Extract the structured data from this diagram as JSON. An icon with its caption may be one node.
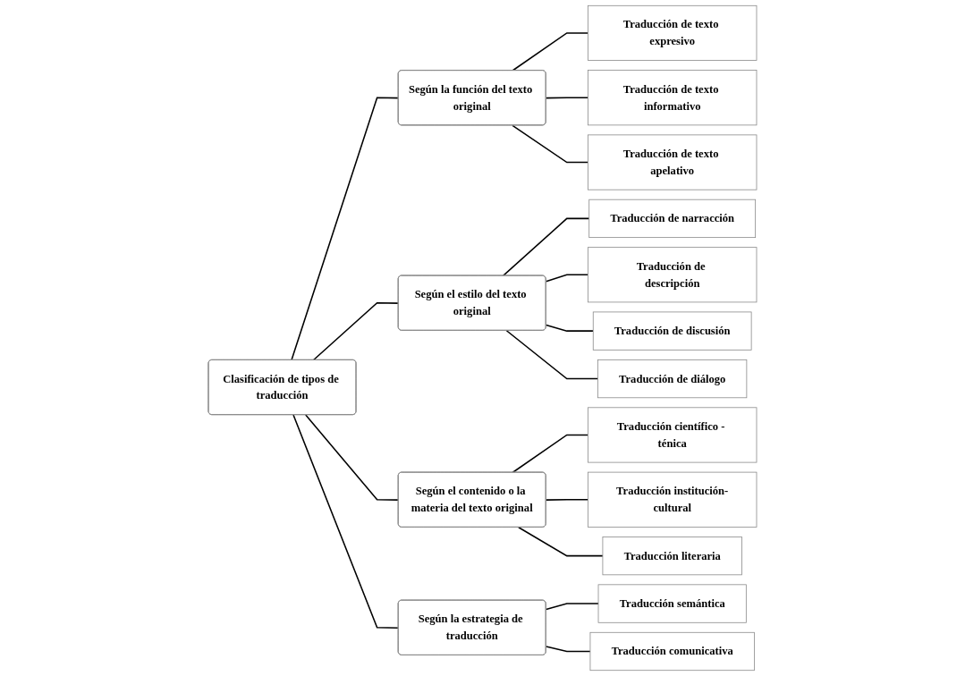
{
  "diagram": {
    "nodes": [
      {
        "text": [
          "Clasificación de tipos de traducción"
        ]
      },
      {
        "text": [
          "Según la función del texto original"
        ]
      },
      {
        "text": [
          "Traducción de texto expresivo"
        ]
      },
      {
        "text": [
          "Traducción de texto informativo"
        ]
      },
      {
        "text": [
          "Traducción de texto apelativo"
        ]
      },
      {
        "text": [
          "Según el estilo del texto original"
        ]
      },
      {
        "text": [
          "Traducción de narracción"
        ]
      },
      {
        "text": [
          "Traducción de descripción"
        ]
      },
      {
        "text": [
          "Traducción de discusión"
        ]
      },
      {
        "text": [
          "Traducción de diálogo"
        ]
      },
      {
        "text": [
          "Según el contenido o la materia del texto original"
        ]
      },
      {
        "text": [
          "Traducción científico - ténica"
        ]
      },
      {
        "text": [
          "Traducción institución-cultural"
        ]
      },
      {
        "text": [
          "Traducción literaria"
        ]
      },
      {
        "text": [
          "Según la estrategia de traducción"
        ]
      },
      {
        "text": [
          "Traducción semántica"
        ]
      },
      {
        "text": [
          "Traducción comunicativa"
        ]
      }
    ],
    "edges": [
      {
        "from": 0,
        "to": 1,
        "arrow": "none"
      },
      {
        "from": 0,
        "to": 5,
        "arrow": "none"
      },
      {
        "from": 0,
        "to": 10,
        "arrow": "none"
      },
      {
        "from": 0,
        "to": 14,
        "arrow": "none"
      },
      {
        "from": 1,
        "to": 2,
        "arrow": "none"
      },
      {
        "from": 1,
        "to": 3,
        "arrow": "none"
      },
      {
        "from": 1,
        "to": 4,
        "arrow": "none"
      },
      {
        "from": 5,
        "to": 6,
        "arrow": "none"
      },
      {
        "from": 5,
        "to": 7,
        "arrow": "none"
      },
      {
        "from": 5,
        "to": 8,
        "arrow": "none"
      },
      {
        "from": 5,
        "to": 9,
        "arrow": "none"
      },
      {
        "from": 10,
        "to": 11,
        "arrow": "none"
      },
      {
        "from": 10,
        "to": 12,
        "arrow": "none"
      },
      {
        "from": 10,
        "to": 13,
        "arrow": "none"
      },
      {
        "from": 14,
        "to": 15,
        "arrow": "none"
      },
      {
        "from": 14,
        "to": 16,
        "arrow": "none"
      }
    ]
  }
}
